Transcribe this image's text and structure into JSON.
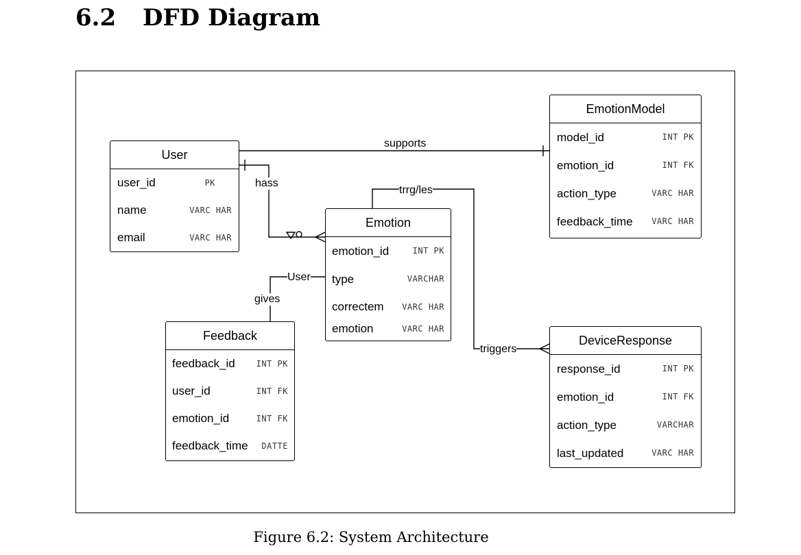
{
  "section": {
    "number": "6.2",
    "title": "DFD Diagram"
  },
  "entities": {
    "user": {
      "name": "User",
      "fields": [
        {
          "attr": "user_id",
          "type": "PK"
        },
        {
          "attr": "name",
          "type": "VARC HAR"
        },
        {
          "attr": "email",
          "type": "VARC HAR"
        }
      ]
    },
    "emotion_model": {
      "name": "EmotionModel",
      "fields": [
        {
          "attr": "model_id",
          "type": "INT PK"
        },
        {
          "attr": "emotion_id",
          "type": "INT FK"
        },
        {
          "attr": "action_type",
          "type": "VARC HAR"
        },
        {
          "attr": "feedback_time",
          "type": "VARC HAR"
        }
      ]
    },
    "emotion": {
      "name": "Emotion",
      "fields": [
        {
          "attr": "emotion_id",
          "type": "INT PK"
        },
        {
          "attr": "type",
          "type": "VARCHAR"
        },
        {
          "attr": "correctem",
          "type": "VARC HAR"
        },
        {
          "attr": "emotion",
          "type": "VARC HAR"
        }
      ]
    },
    "feedback": {
      "name": "Feedback",
      "fields": [
        {
          "attr": "feedback_id",
          "type": "INT PK"
        },
        {
          "attr": "user_id",
          "type": "INT FK"
        },
        {
          "attr": "emotion_id",
          "type": "INT FK"
        },
        {
          "attr": "feedback_time",
          "type": "DATTE"
        }
      ]
    },
    "device_response": {
      "name": "DeviceResponse",
      "fields": [
        {
          "attr": "response_id",
          "type": "INT PK"
        },
        {
          "attr": "emotion_id",
          "type": "INT FK"
        },
        {
          "attr": "action_type",
          "type": "VARCHAR"
        },
        {
          "attr": "last_updated",
          "type": "VARC HAR"
        }
      ]
    }
  },
  "relationships": {
    "supports": "supports",
    "hass": "hass",
    "trrg_les": "trrg/les",
    "user": "User",
    "gives": "gives",
    "triggers": "triggers"
  },
  "caption": "Figure 6.2: System Architecture"
}
